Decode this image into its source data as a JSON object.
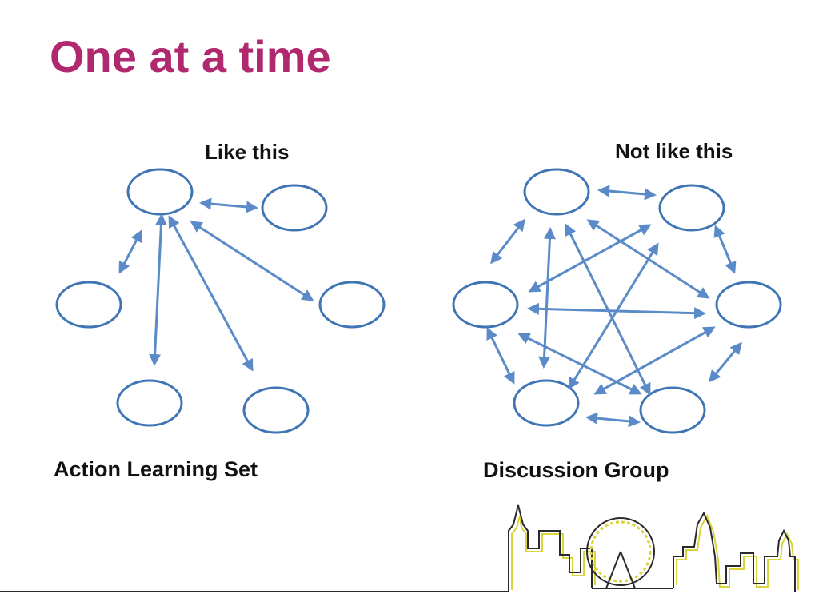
{
  "slide": {
    "title": "One at a time",
    "left_caption": "Like this",
    "right_caption": "Not like this",
    "left_group_label": "Action Learning Set",
    "right_group_label": "Discussion Group"
  },
  "colors": {
    "title": "#b0296f",
    "node_stroke": "#3f75b5",
    "arrow": "#5a8ac8",
    "skyline_dark": "#2a2a2a",
    "skyline_yellow": "#d9d43a"
  }
}
